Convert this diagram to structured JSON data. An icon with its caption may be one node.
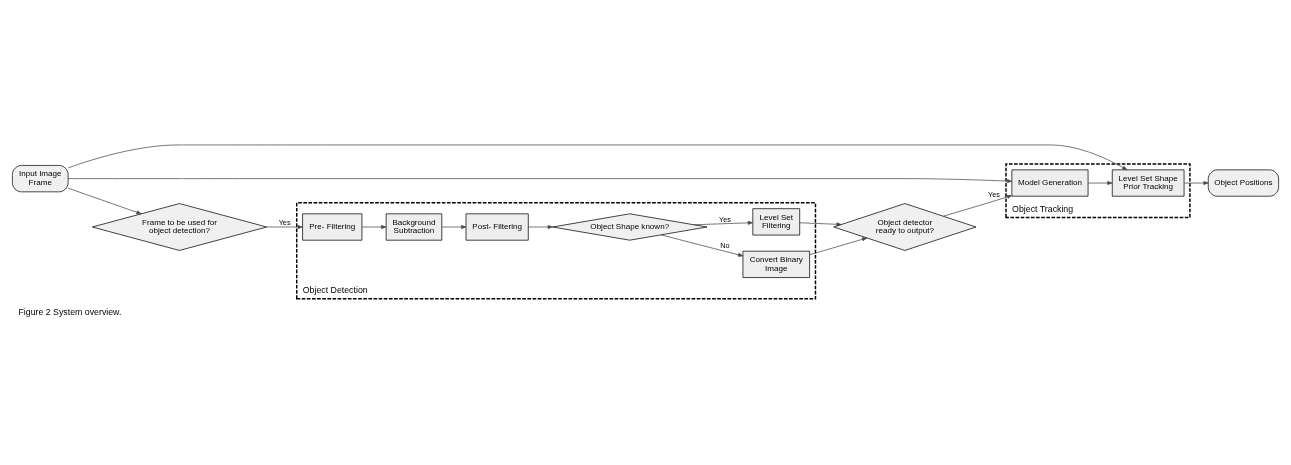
{
  "diagram": {
    "caption": "Figure 2 System overview.",
    "nodes": [
      {
        "text": [
          "Input Image Frame"
        ]
      },
      {
        "text": [
          "Object Tracking"
        ]
      },
      {
        "text": [
          "Level Set Shape Prior Tracking"
        ],
        "in": 1
      },
      {
        "text": [
          "Model Generation"
        ],
        "in": 1
      },
      {
        "text": [
          "Object Positions"
        ]
      },
      {
        "text": [
          "Frame to be used for object detection?"
        ]
      },
      {
        "text": [
          "Object detector ready to output?"
        ]
      },
      {
        "text": [
          "Object Detection"
        ]
      },
      {
        "text": [
          "Pre- Filtering"
        ],
        "in": 7
      },
      {
        "text": [
          "Background Subtraction"
        ],
        "in": 7
      },
      {
        "text": [
          "Post- Filtering"
        ],
        "in": 7
      },
      {
        "text": [
          "Object Shape known?"
        ],
        "in": 7
      },
      {
        "text": [
          "Level Set Filtering"
        ],
        "in": 7
      },
      {
        "text": [
          "Convert Binary Image"
        ],
        "in": 7
      }
    ],
    "edges": [
      {
        "from": 0,
        "to": 2,
        "arrow": "to"
      },
      {
        "from": 0,
        "to": 3,
        "arrow": "to"
      },
      {
        "from": 0,
        "to": 5,
        "arrow": "to"
      },
      {
        "from": 3,
        "to": 2,
        "arrow": "to"
      },
      {
        "from": 2,
        "to": 4,
        "arrow": "to"
      },
      {
        "from": 5,
        "to": 8,
        "arrow": "to",
        "label": "Yes"
      },
      {
        "from": 8,
        "to": 9,
        "arrow": "to"
      },
      {
        "from": 9,
        "to": 10,
        "arrow": "to"
      },
      {
        "from": 10,
        "to": 11,
        "arrow": "to"
      },
      {
        "from": 11,
        "to": 12,
        "arrow": "to",
        "label": "Yes"
      },
      {
        "from": 11,
        "to": 13,
        "arrow": "to",
        "label": "No"
      },
      {
        "from": 12,
        "to": 6,
        "arrow": "to"
      },
      {
        "from": 13,
        "to": 6,
        "arrow": "to"
      },
      {
        "from": 6,
        "to": 3,
        "arrow": "to",
        "label": "Yes"
      }
    ]
  }
}
